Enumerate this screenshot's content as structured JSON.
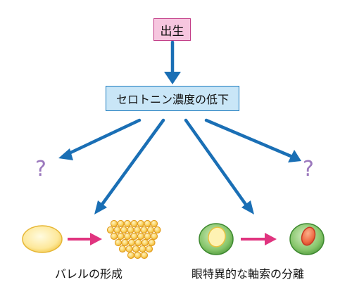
{
  "nodes": {
    "birth": "出生",
    "serotonin_drop": "セロトニン濃度の低下"
  },
  "unknown_marks": {
    "left": "?",
    "right": "?"
  },
  "outcomes": {
    "barrel_formation": "バレルの形成",
    "axon_segregation": "眼特異的な軸索の分離"
  },
  "colors": {
    "arrow_blue": "#1a6fb5",
    "arrow_pink": "#e0347f",
    "birth_fill": "#f6c6df",
    "serotonin_fill": "#c9e6f7",
    "question_purple": "#9b78bd",
    "cell_yellow": "#fde89a",
    "cell_green": "#86c56a"
  }
}
